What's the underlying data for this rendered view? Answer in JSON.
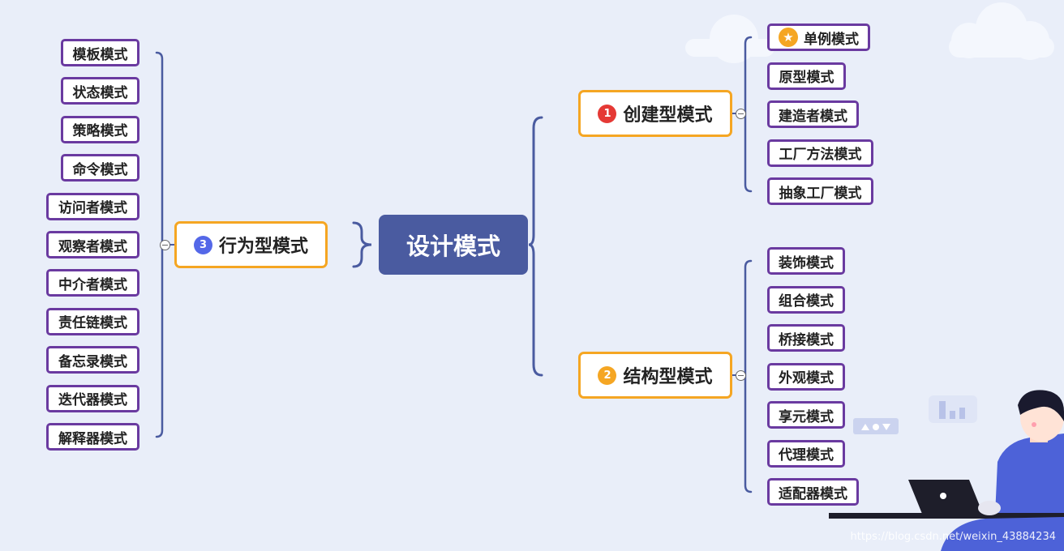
{
  "root": "设计模式",
  "branches": [
    {
      "id": "creational",
      "num": "1",
      "badge_color": "#e53935",
      "label": "创建型模式",
      "children": [
        "单例模式",
        "原型模式",
        "建造者模式",
        "工厂方法模式",
        "抽象工厂模式"
      ],
      "star_child_index": 0
    },
    {
      "id": "structural",
      "num": "2",
      "badge_color": "#f5a623",
      "label": "结构型模式",
      "children": [
        "装饰模式",
        "组合模式",
        "桥接模式",
        "外观模式",
        "享元模式",
        "代理模式",
        "适配器模式"
      ]
    },
    {
      "id": "behavioral",
      "num": "3",
      "badge_color": "#5468e8",
      "label": "行为型模式",
      "children": [
        "模板模式",
        "状态模式",
        "策略模式",
        "命令模式",
        "访问者模式",
        "观察者模式",
        "中介者模式",
        "责任链模式",
        "备忘录模式",
        "迭代器模式",
        "解释器模式"
      ]
    }
  ],
  "icons": {
    "star": "star-icon",
    "collapse": "collapse-toggle-icon"
  },
  "colors": {
    "background": "#e9eef9",
    "root": "#4a5ba0",
    "connector": "#4a5ba0",
    "branch_border": "#f5a623",
    "leaf_border": "#6a3aa0"
  },
  "watermark": "https://blog.csdn.net/weixin_43884234"
}
